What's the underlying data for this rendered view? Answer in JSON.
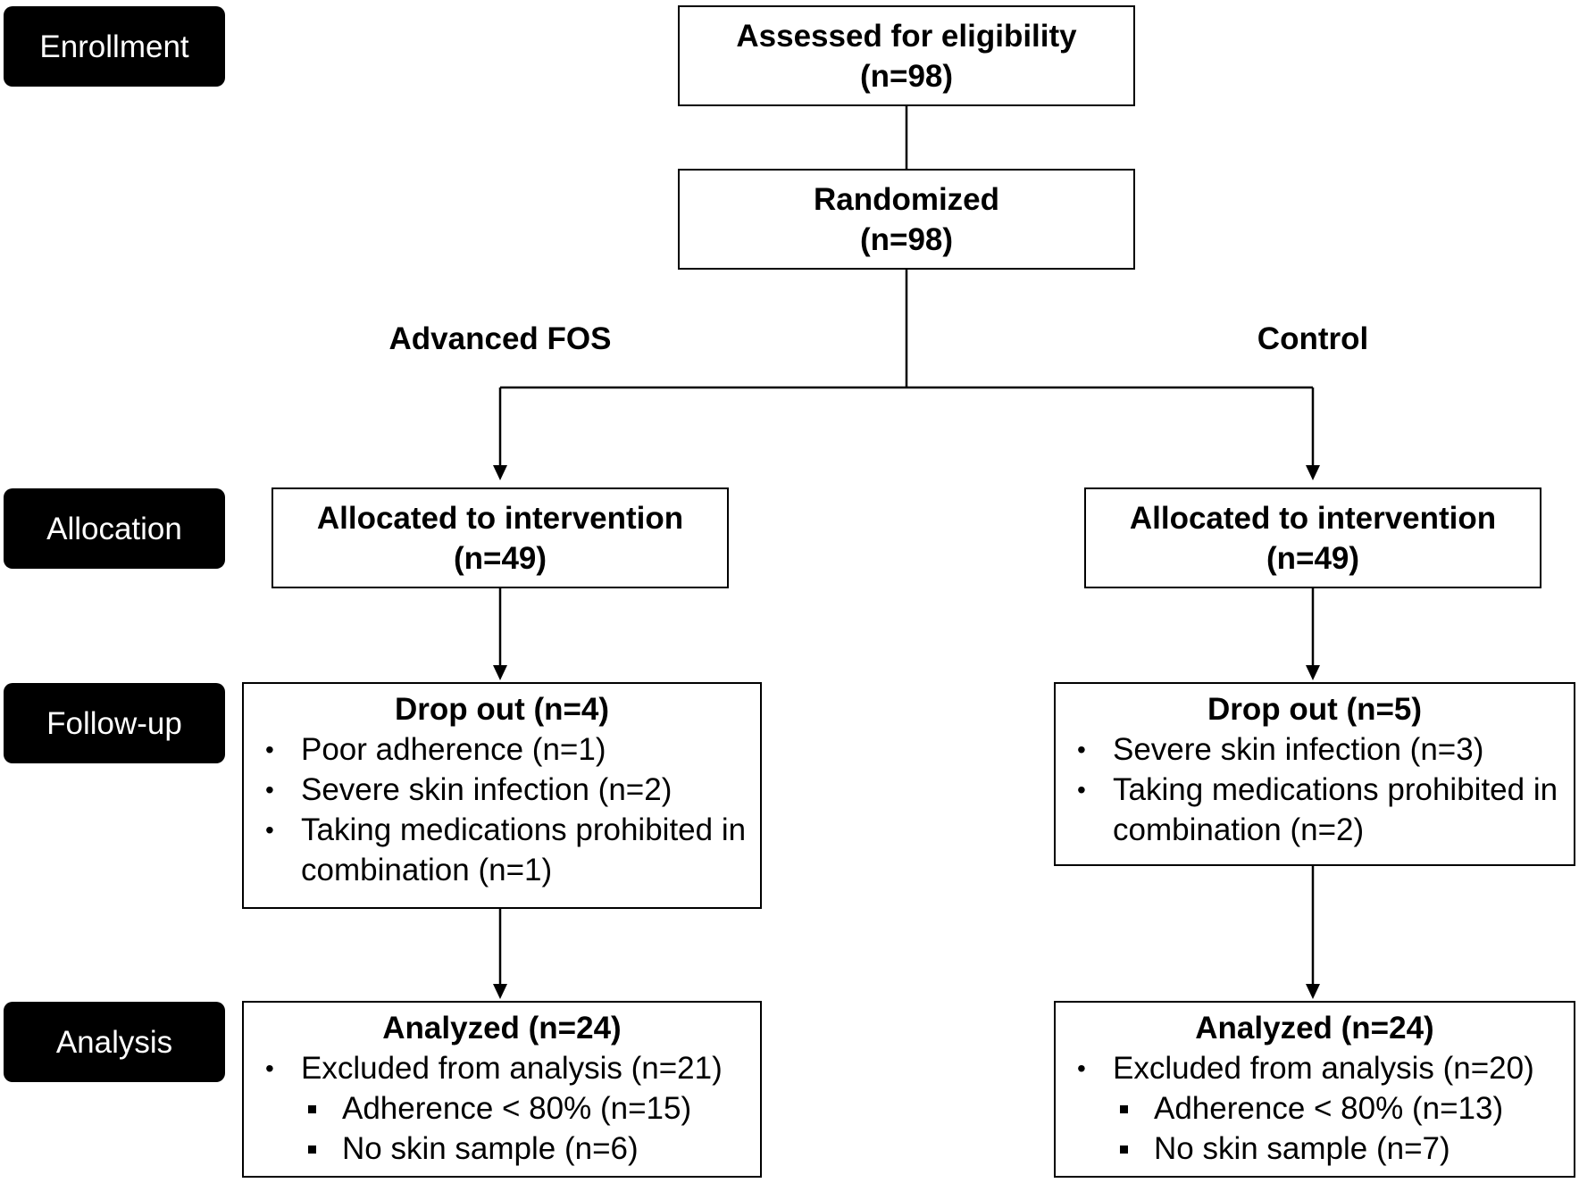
{
  "stages": {
    "enrollment": "Enrollment",
    "allocation": "Allocation",
    "follow_up": "Follow-up",
    "analysis": "Analysis"
  },
  "assessed": {
    "title": "Assessed for eligibility",
    "count": "(n=98)"
  },
  "randomized": {
    "title": "Randomized",
    "count": "(n=98)"
  },
  "arms": {
    "left": {
      "label": "Advanced FOS",
      "allocation": {
        "title": "Allocated to intervention",
        "count": "(n=49)"
      },
      "dropout": {
        "heading": "Drop out (n=4)",
        "items": [
          "Poor adherence (n=1)",
          "Severe skin infection (n=2)",
          "Taking medications prohibited in combination (n=1)"
        ]
      },
      "analysis": {
        "heading": "Analyzed (n=24)",
        "excluded": "Excluded from analysis (n=21)",
        "subitems": [
          "Adherence < 80% (n=15)",
          "No skin sample (n=6)"
        ]
      }
    },
    "right": {
      "label": "Control",
      "allocation": {
        "title": "Allocated to intervention",
        "count": "(n=49)"
      },
      "dropout": {
        "heading": "Drop out (n=5)",
        "items": [
          "Severe skin infection (n=3)",
          "Taking medications prohibited in combination (n=2)"
        ]
      },
      "analysis": {
        "heading": "Analyzed (n=24)",
        "excluded": "Excluded from analysis (n=20)",
        "subitems": [
          "Adherence < 80% (n=13)",
          "No skin sample (n=7)"
        ]
      }
    }
  }
}
